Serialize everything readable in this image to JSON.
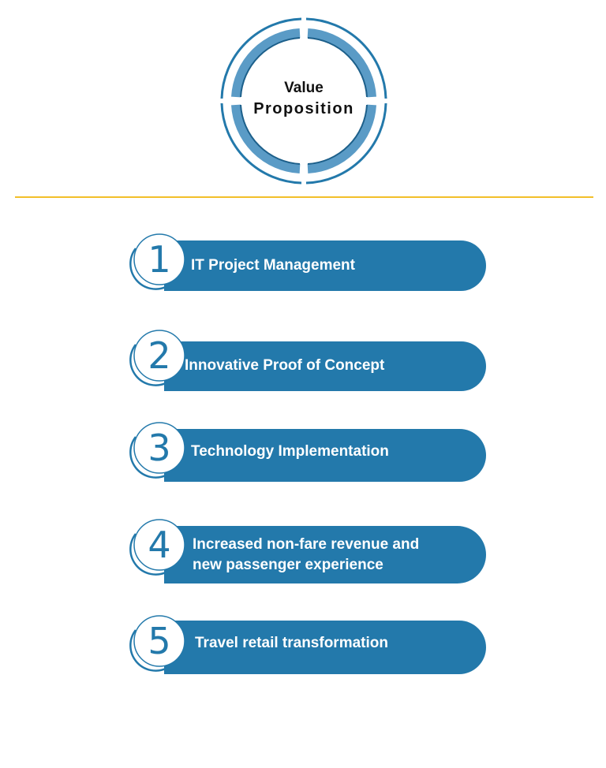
{
  "hub": {
    "title_line1": "Value",
    "title_line2": "Proposition"
  },
  "colors": {
    "primary": "#2379ab",
    "ring_light": "#5a9bc6",
    "divider": "#f2bf2a"
  },
  "steps": [
    {
      "number": "1",
      "label": "IT Project Management"
    },
    {
      "number": "2",
      "label": "Innovative Proof of Concept"
    },
    {
      "number": "3",
      "label": "Technology Implementation"
    },
    {
      "number": "4",
      "label_line1": "Increased non-fare revenue and",
      "label_line2": "new passenger experience"
    },
    {
      "number": "5",
      "label": "Travel retail transformation"
    }
  ]
}
